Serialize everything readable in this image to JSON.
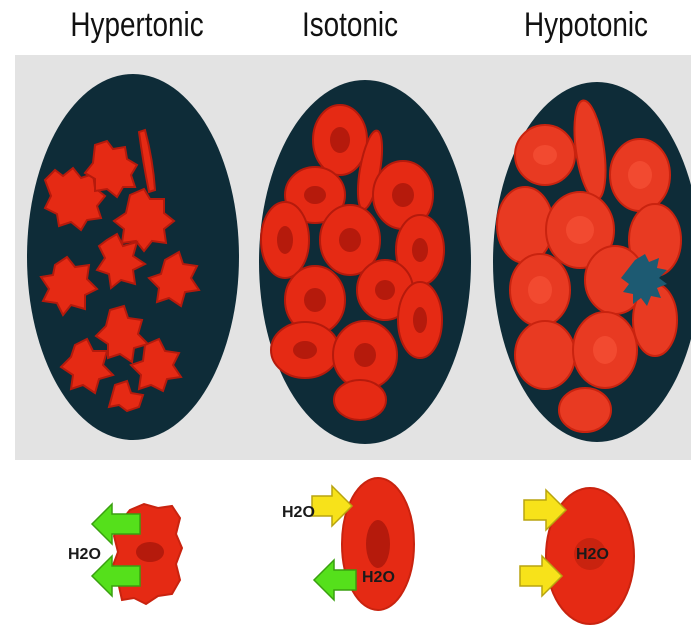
{
  "titles": {
    "hypertonic": "Hypertonic",
    "isotonic": "Isotonic",
    "hypotonic": "Hypotonic"
  },
  "water_label": "H2O",
  "colors": {
    "panel_bg": "#e3e3e3",
    "dish": "#0e2c38",
    "cell": "#e52a14",
    "cell_dark": "#b51a0c",
    "cell_light": "#f24a30",
    "arrow_out": "#55e01b",
    "arrow_in": "#f7e21a"
  }
}
